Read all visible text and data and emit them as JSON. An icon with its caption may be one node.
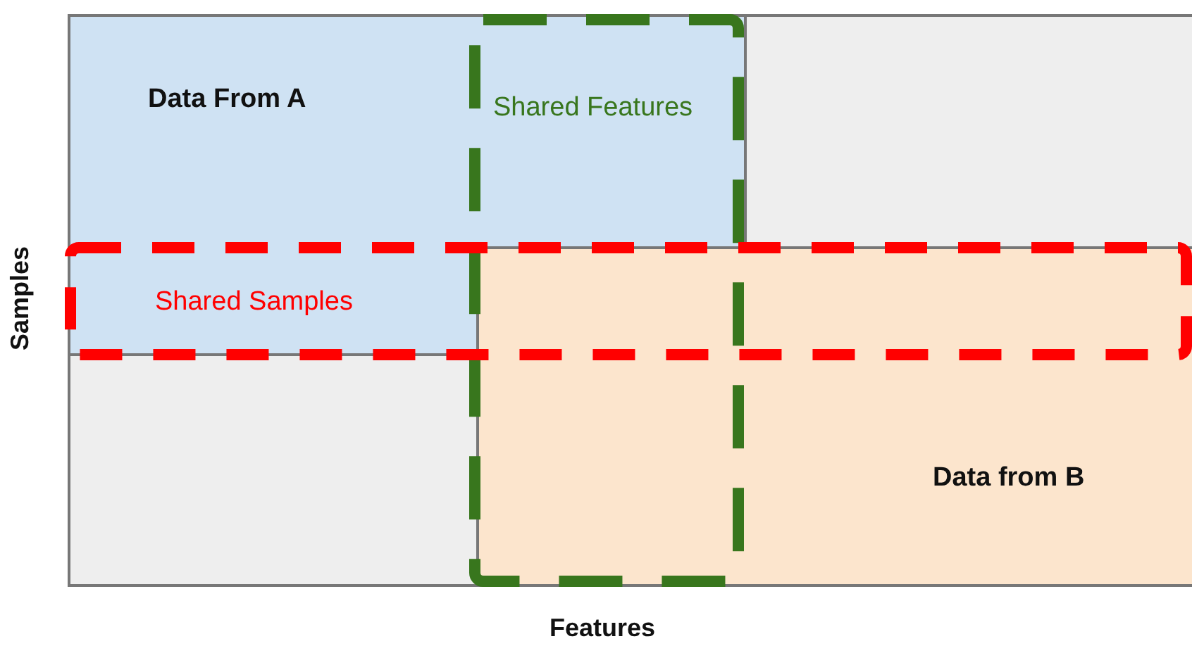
{
  "diagram": {
    "nodes": [
      {
        "text": [
          "Data From A"
        ]
      },
      {
        "text": [
          "Shared Features"
        ]
      },
      {
        "text": [
          "Shared Samples"
        ]
      },
      {
        "text": [
          "Data from B"
        ]
      }
    ],
    "labels": [
      "Samples",
      "Features"
    ]
  }
}
